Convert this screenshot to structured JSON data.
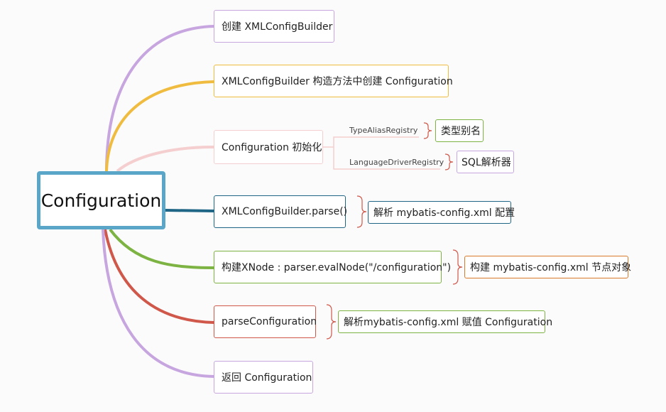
{
  "root": {
    "label": "Configuration"
  },
  "colors": {
    "root_border": "#5aa6c8",
    "purple": "#c7a6e0",
    "orange": "#f0bc40",
    "pink": "#f5cfcf",
    "teal": "#1f6686",
    "green": "#7cb342",
    "red": "#d0584a",
    "dark_orange": "#d97a2b"
  },
  "branches": [
    {
      "id": "create-xmlconfigbuilder",
      "label": "创建 XMLConfigBuilder"
    },
    {
      "id": "construct-configuration",
      "label": "XMLConfigBuilder 构造方法中创建 Configuration"
    },
    {
      "id": "configuration-init",
      "label": "Configuration 初始化",
      "children": [
        {
          "id": "typealiasregistry",
          "label": "TypeAliasRegistry",
          "note": "类型别名"
        },
        {
          "id": "languagedriverregistry",
          "label": "LanguageDriverRegistry",
          "note": "SQL解析器"
        }
      ]
    },
    {
      "id": "parse",
      "label": "XMLConfigBuilder.parse()",
      "note": "解析 mybatis-config.xml 配置"
    },
    {
      "id": "build-xnode",
      "label": "构建XNode : parser.evalNode(\"/configuration\")",
      "note": "构建 mybatis-config.xml 节点对象"
    },
    {
      "id": "parseconfiguration",
      "label": "parseConfiguration",
      "note": "解析mybatis-config.xml 赋值 Configuration"
    },
    {
      "id": "return-configuration",
      "label": "返回 Configuration"
    }
  ]
}
